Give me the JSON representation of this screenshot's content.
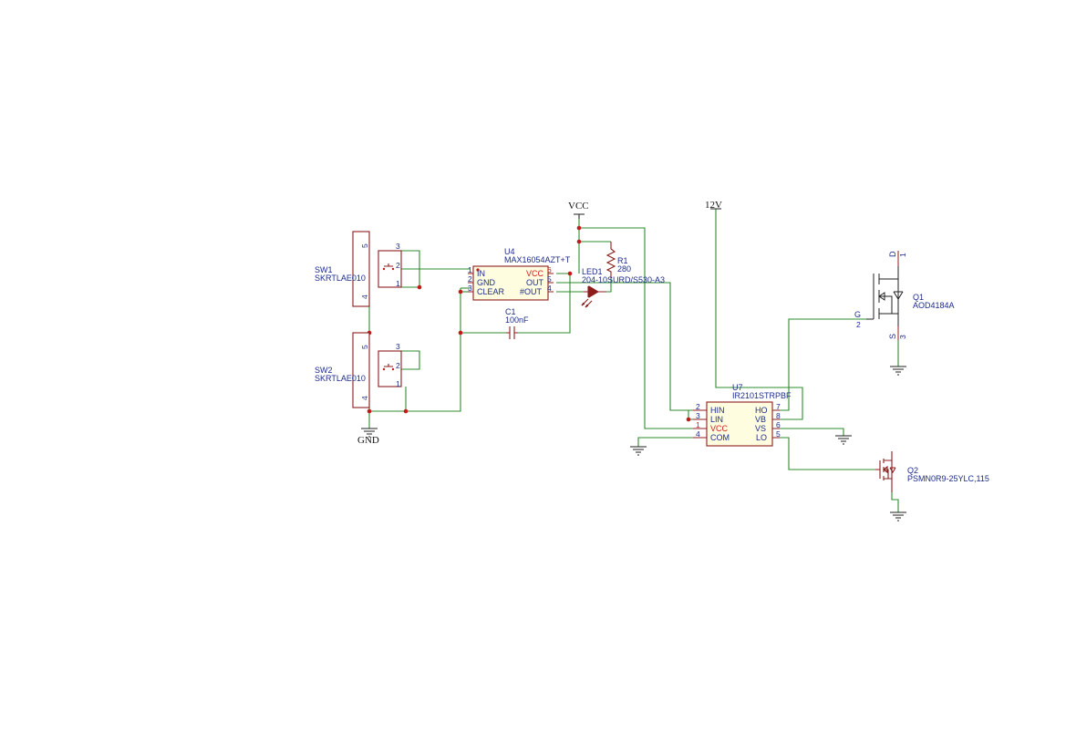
{
  "power": {
    "vcc": "VCC",
    "v12": "12V",
    "gnd": "GND"
  },
  "sw1": {
    "ref": "SW1",
    "value": "SKRTLAE010",
    "pins": [
      "5",
      "4",
      "3",
      "2",
      "1"
    ]
  },
  "sw2": {
    "ref": "SW2",
    "value": "SKRTLAE010",
    "pins": [
      "5",
      "4",
      "3",
      "2",
      "1"
    ]
  },
  "u4": {
    "ref": "U4",
    "value": "MAX16054AZT+T",
    "left_pins": [
      {
        "num": "1",
        "name": "IN"
      },
      {
        "num": "2",
        "name": "GND"
      },
      {
        "num": "3",
        "name": "CLEAR"
      }
    ],
    "right_pins": [
      {
        "num": "6",
        "name": "VCC"
      },
      {
        "num": "5",
        "name": "OUT"
      },
      {
        "num": "4",
        "name": "#OUT"
      }
    ]
  },
  "c1": {
    "ref": "C1",
    "value": "100nF"
  },
  "r1": {
    "ref": "R1",
    "value": "280"
  },
  "led1": {
    "ref": "LED1",
    "value": "204-10SURD/S530-A3"
  },
  "u7": {
    "ref": "U7",
    "value": "IR2101STRPBF",
    "left_pins": [
      {
        "num": "2",
        "name": "HIN"
      },
      {
        "num": "3",
        "name": "LIN"
      },
      {
        "num": "1",
        "name": "VCC"
      },
      {
        "num": "4",
        "name": "COM"
      }
    ],
    "right_pins": [
      {
        "num": "7",
        "name": "HO"
      },
      {
        "num": "8",
        "name": "VB"
      },
      {
        "num": "6",
        "name": "VS"
      },
      {
        "num": "5",
        "name": "LO"
      }
    ]
  },
  "q1": {
    "ref": "Q1",
    "value": "AOD4184A",
    "pin_d": "D",
    "pin_d_num": "1",
    "pin_g": "G",
    "pin_g_num": "2",
    "pin_s": "S",
    "pin_s_num": "3"
  },
  "q2": {
    "ref": "Q2",
    "value": "PSMN0R9-25YLC,115"
  },
  "colors": {
    "wire": "#2e8b2e",
    "component": "#8c1d1d",
    "label": "#1c2b8c",
    "power_pin": "#d21b1b",
    "junction": "#c21a1a"
  }
}
